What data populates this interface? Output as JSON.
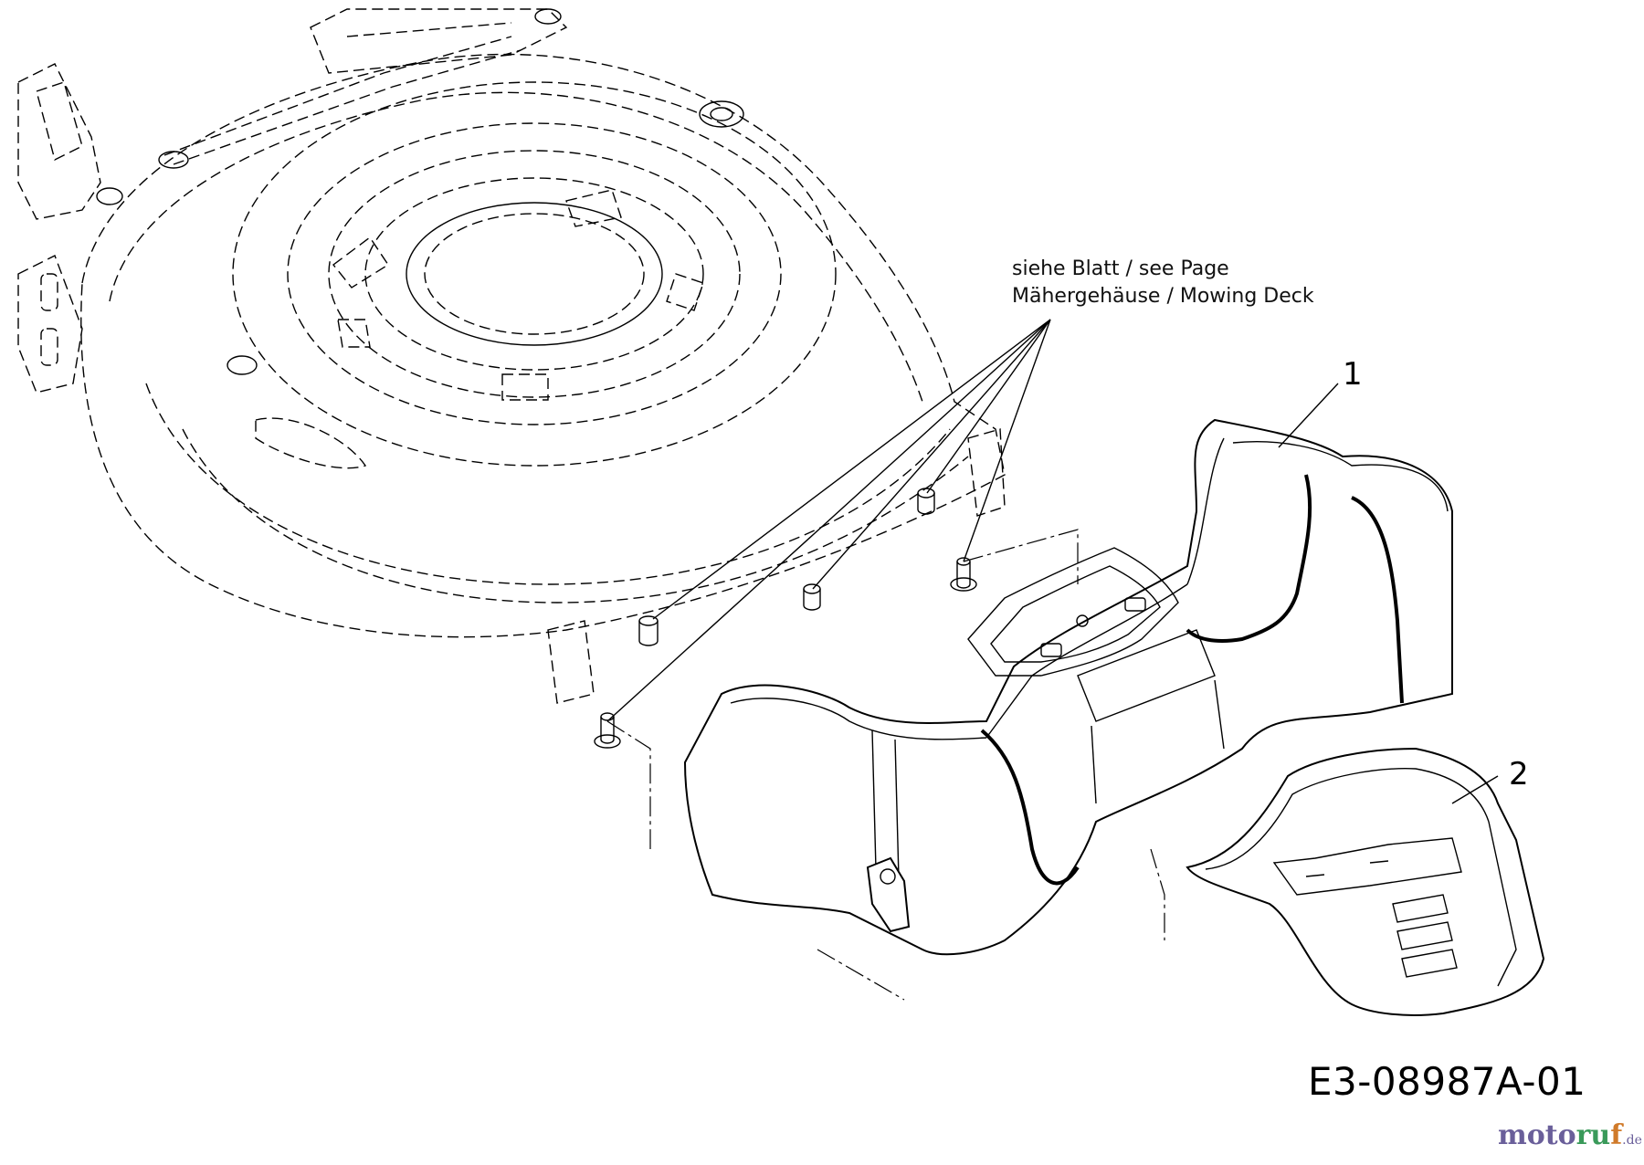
{
  "reference": {
    "line1": "siehe Blatt / see Page",
    "line2": "Mähergehäuse / Mowing Deck"
  },
  "callouts": [
    {
      "number": "1"
    },
    {
      "number": "2"
    }
  ],
  "diagram_code": "E3-08987A-01",
  "watermark": {
    "part_a": "moto",
    "part_b": "ru",
    "part_c": "f",
    "part_d": ".de"
  }
}
